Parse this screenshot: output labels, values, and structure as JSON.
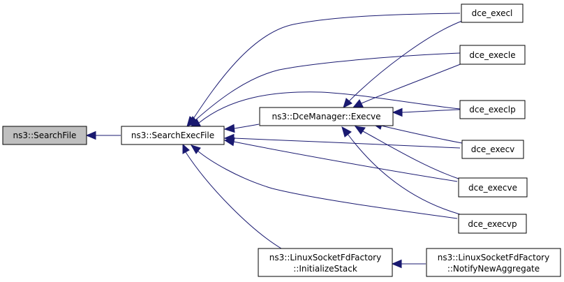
{
  "colors": {
    "edge": "#191970",
    "node_fill": "#ffffff",
    "focus_node_fill": "#bfbfbf",
    "node_border": "#000000"
  },
  "nodes": {
    "search_file": {
      "lines": [
        "ns3::SearchFile"
      ]
    },
    "search_exec_file": {
      "lines": [
        "ns3::SearchExecFile"
      ]
    },
    "dce_manager_execve": {
      "lines": [
        "ns3::DceManager::Execve"
      ]
    },
    "linux_socket_initialize_stack": {
      "lines": [
        "ns3::LinuxSocketFdFactory",
        "::InitializeStack"
      ]
    },
    "linux_socket_notify_new_aggregate": {
      "lines": [
        "ns3::LinuxSocketFdFactory",
        "::NotifyNewAggregate"
      ]
    },
    "dce_execl": {
      "lines": [
        "dce_execl"
      ]
    },
    "dce_execle": {
      "lines": [
        "dce_execle"
      ]
    },
    "dce_execlp": {
      "lines": [
        "dce_execlp"
      ]
    },
    "dce_execv": {
      "lines": [
        "dce_execv"
      ]
    },
    "dce_execve": {
      "lines": [
        "dce_execve"
      ]
    },
    "dce_execvp": {
      "lines": [
        "dce_execvp"
      ]
    }
  },
  "edges": [
    {
      "from": "search_exec_file",
      "to": "search_file"
    },
    {
      "from": "dce_manager_execve",
      "to": "search_exec_file"
    },
    {
      "from": "dce_execl",
      "to": "search_exec_file"
    },
    {
      "from": "dce_execle",
      "to": "search_exec_file"
    },
    {
      "from": "dce_execlp",
      "to": "search_exec_file"
    },
    {
      "from": "dce_execv",
      "to": "search_exec_file"
    },
    {
      "from": "dce_execve",
      "to": "search_exec_file"
    },
    {
      "from": "dce_execvp",
      "to": "search_exec_file"
    },
    {
      "from": "linux_socket_initialize_stack",
      "to": "search_exec_file"
    },
    {
      "from": "dce_execl",
      "to": "dce_manager_execve"
    },
    {
      "from": "dce_execle",
      "to": "dce_manager_execve"
    },
    {
      "from": "dce_execlp",
      "to": "dce_manager_execve"
    },
    {
      "from": "dce_execv",
      "to": "dce_manager_execve"
    },
    {
      "from": "dce_execve",
      "to": "dce_manager_execve"
    },
    {
      "from": "dce_execvp",
      "to": "dce_manager_execve"
    },
    {
      "from": "linux_socket_notify_new_aggregate",
      "to": "linux_socket_initialize_stack"
    }
  ]
}
